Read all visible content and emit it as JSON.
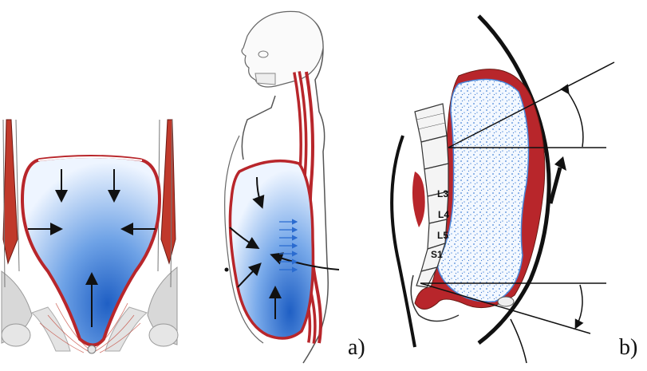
{
  "figure": {
    "panel_labels": {
      "a": "a)",
      "b": "b)"
    },
    "vertebra_labels": [
      "L3",
      "L4",
      "L5",
      "S1"
    ]
  },
  "colors": {
    "muscle_red": "#b8262b",
    "cavity_blue": "#3f7fd6",
    "cavity_light": "#e8f1fd",
    "outline": "#222222",
    "bone_gray": "#d9d9d9"
  }
}
